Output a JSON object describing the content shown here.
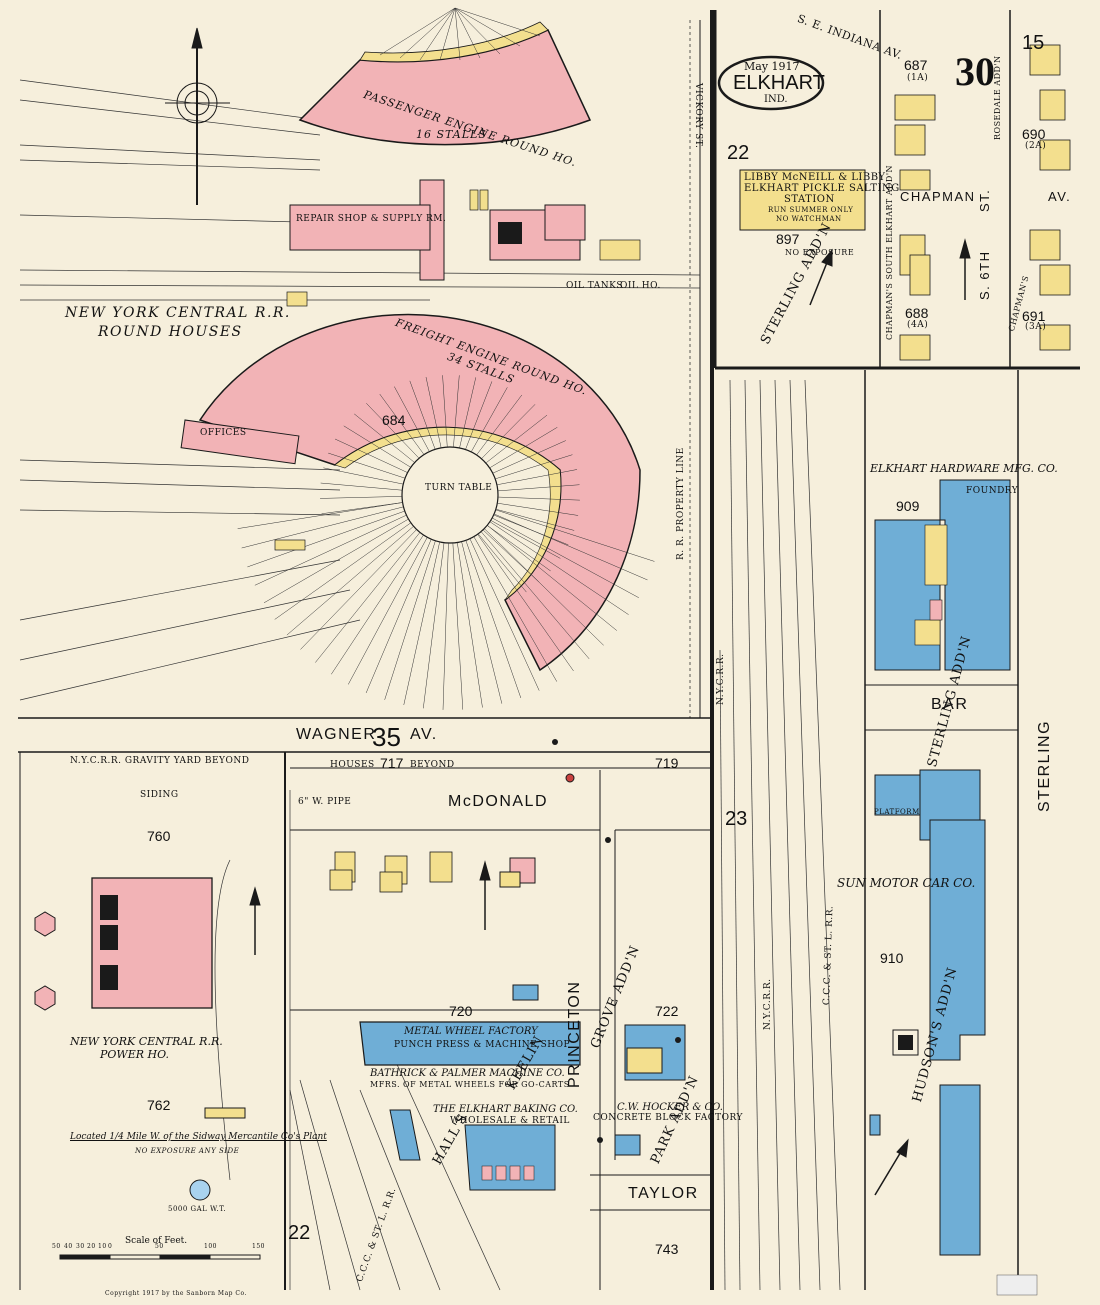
{
  "header": {
    "date": "May 1917",
    "city": "ELKHART",
    "state": "IND.",
    "sheet": "30",
    "adjoining_sheet": "15"
  },
  "streets": {
    "wagner_av": "WAGNER",
    "wagner_av_suffix": "AV.",
    "wagner_sheet_ref": "35",
    "mcdonald": "McDONALD",
    "taylor": "TAYLOR",
    "chapman_av": "CHAPMAN",
    "chapman_av_suffix": "AV.",
    "s_6th_st": "S. 6TH",
    "st_suffix": "ST.",
    "bar": "BAR",
    "sterling": "STERLING",
    "sterling_addn": "STERLING ADD'N",
    "princeton": "PRINCETON",
    "grove_addn": "GROVE ADD'N",
    "park_addn": "PARK ADD'N",
    "hudson_addn": "HUDSON'S ADD'N",
    "indiana_av": "S. E. INDIANA AV.",
    "vickory_st": "VICKORY ST."
  },
  "sheet_refs": {
    "ref_22_top": "22",
    "ref_23": "23",
    "ref_22_bottom": "22"
  },
  "blocks": {
    "b684": "684",
    "b687": "687",
    "b687_sub": "(1A)",
    "b688": "688",
    "b688_sub": "(4A)",
    "b690": "690",
    "b690_sub": "(2A)",
    "b691": "691",
    "b691_sub": "(3A)",
    "b717": "717",
    "b719": "719",
    "b720": "720",
    "b722": "722",
    "b743": "743",
    "b760": "760",
    "b762": "762",
    "b897": "897",
    "b909": "909",
    "b910": "910"
  },
  "labels": {
    "nyc_round_houses_1": "NEW YORK CENTRAL R.R.",
    "nyc_round_houses_2": "ROUND HOUSES",
    "passenger_roundhouse": "PASSENGER ENGINE ROUND HO.",
    "passenger_stalls": "16 STALLS",
    "freight_roundhouse": "FREIGHT ENGINE ROUND HO.",
    "freight_stalls": "34 STALLS",
    "turn_table": "TURN TABLE",
    "repair_shop": "REPAIR SHOP & SUPPLY RM.",
    "offices": "OFFICES",
    "oil_tanks": "OIL TANKS",
    "oil_ho": "OIL HO.",
    "libby_1": "LIBBY McNEILL & LIBBY",
    "libby_2": "ELKHART PICKLE SALTING",
    "libby_3": "STATION",
    "libby_4": "RUN SUMMER ONLY",
    "libby_5": "NO WATCHMAN",
    "no_exposure": "NO EXPOSURE",
    "elkhart_hardware": "ELKHART HARDWARE MFG. CO.",
    "foundry": "FOUNDRY",
    "sun_motor": "SUN MOTOR CAR CO.",
    "nyc_power_1": "NEW YORK CENTRAL R.R.",
    "nyc_power_2": "POWER HO.",
    "located_note": "Located 1/4 Mile W. of the Sidway Mercantile Co's Plant",
    "no_exposure_any_side": "NO EXPOSURE ANY SIDE",
    "metal_wheel": "METAL WHEEL FACTORY",
    "punch_press": "PUNCH PRESS & MACHINE SHOP",
    "bathrick": "BATHRICK & PALMER MACHINE CO.",
    "bathrick_2": "MFRS. OF METAL WHEELS FOR GO-CARTS",
    "elkhart_baking": "THE ELKHART BAKING CO.",
    "wholesale": "WHOLESALE & RETAIL",
    "hocker": "C.W. HOCKER & CO.",
    "hocker_2": "CONCRETE BLOCK FACTORY",
    "halls_addn": "HALL'S",
    "kell_addn": "KEELIN",
    "gravity_yard": "N.Y.C.R.R. GRAVITY YARD BEYOND",
    "houses_beyond": "HOUSES",
    "beyond": "BEYOND",
    "siding": "SIDING",
    "gw_pipe": "6\" W. PIPE",
    "scale_label": "Scale of Feet.",
    "copyright": "Copyright 1917 by the Sanborn Map Co.",
    "railroad": "N.Y.C.R.R.",
    "cc_st_l_rr": "C.C.C. & ST. L. R.R.",
    "rr_property": "R. R. PROPERTY LINE",
    "chapmans_s_elkhart": "CHAPMAN'S SOUTH ELKHART ADD'N",
    "rosedale": "ROSEDALE ADD'N",
    "chapmans": "CHAPMAN'S",
    "water_tower": "5000 GAL W.T.",
    "platform": "PLATFORM"
  },
  "scale": {
    "ticks": [
      "50",
      "40",
      "30",
      "20",
      "10",
      "0",
      "50",
      "100",
      "150"
    ]
  },
  "colors": {
    "paper": "#f6efdc",
    "brick": "#f2b3b6",
    "frame": "#f3df8e",
    "metal_clad": "#6faed6",
    "line": "#1a1a1a"
  },
  "legend_icons": {
    "compass": "compass-rose-icon"
  }
}
